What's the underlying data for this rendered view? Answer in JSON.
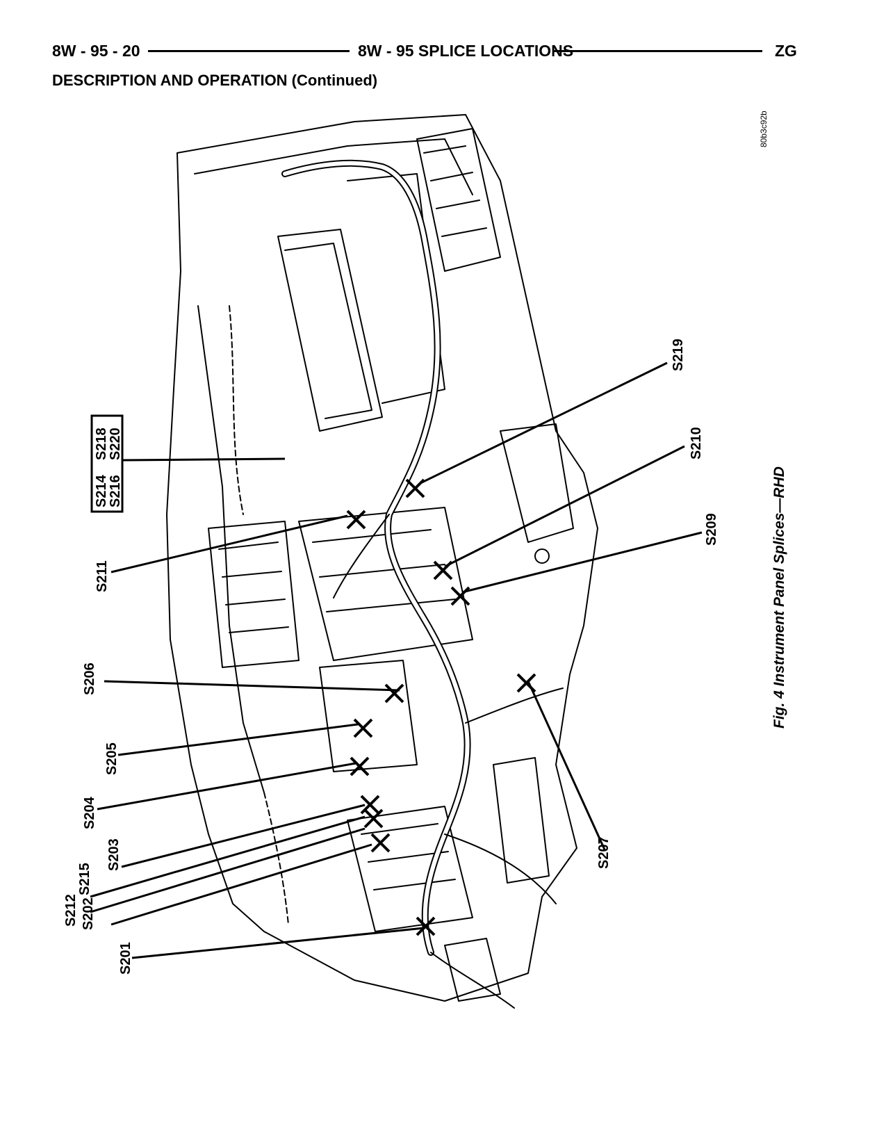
{
  "header": {
    "page_number": "8W - 95 - 20",
    "section_title": "8W - 95 SPLICE LOCATIONS",
    "model_code": "ZG"
  },
  "heading": "DESCRIPTION AND OPERATION (Continued)",
  "figure": {
    "caption": "Fig. 4 Instrument Panel Splices—RHD",
    "code": "80b3c92b",
    "splice_box": {
      "row1": [
        "S214",
        "S218"
      ],
      "row2": [
        "S216",
        "S220"
      ]
    },
    "labels": [
      {
        "id": "s219",
        "text": "S219"
      },
      {
        "id": "s210",
        "text": "S210"
      },
      {
        "id": "s209",
        "text": "S209"
      },
      {
        "id": "s211",
        "text": "S211"
      },
      {
        "id": "s206",
        "text": "S206"
      },
      {
        "id": "s205",
        "text": "S205"
      },
      {
        "id": "s204",
        "text": "S204"
      },
      {
        "id": "s203",
        "text": "S203"
      },
      {
        "id": "s215",
        "text": "S215"
      },
      {
        "id": "s212",
        "text": "S212"
      },
      {
        "id": "s202",
        "text": "S202"
      },
      {
        "id": "s201",
        "text": "S201"
      },
      {
        "id": "s207",
        "text": "S207"
      }
    ]
  }
}
